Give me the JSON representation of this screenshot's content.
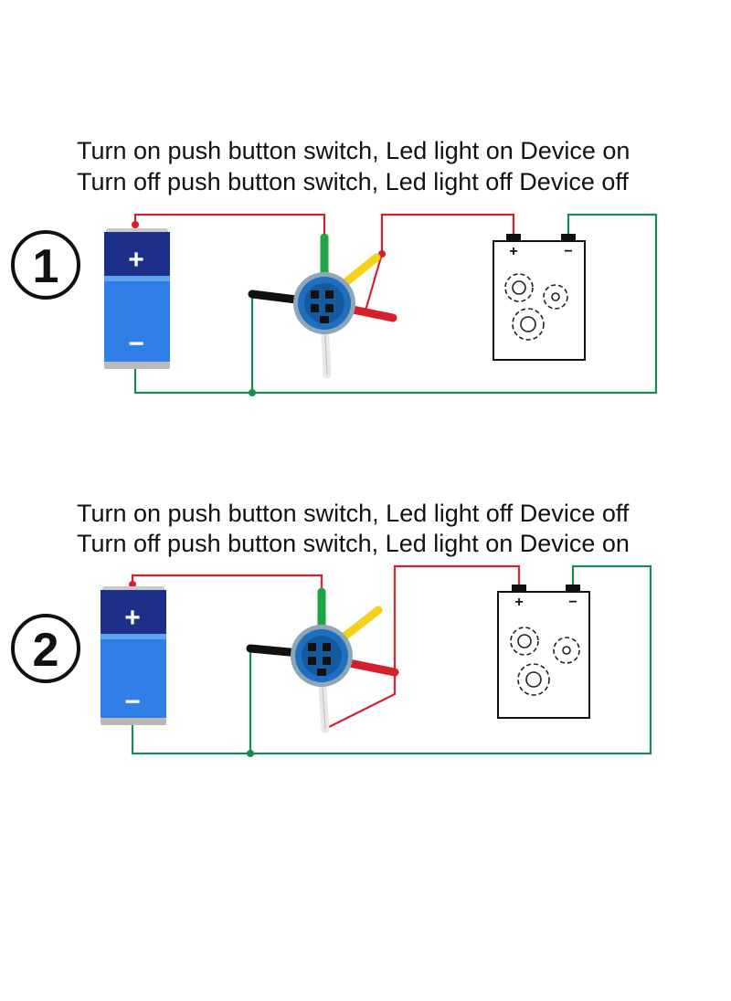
{
  "diagrams": [
    {
      "number": "1",
      "caption_line1": "Turn on push button switch, Led light on Device on",
      "caption_line2": "Turn off push button switch, Led light off Device off"
    },
    {
      "number": "2",
      "caption_line1": "Turn on push button switch, Led light off Device off",
      "caption_line2": "Turn off push button switch, Led light on Device on"
    }
  ],
  "battery": {
    "plus_symbol": "+",
    "minus_symbol": "−"
  },
  "device": {
    "plus_symbol": "+",
    "minus_symbol": "−"
  },
  "colors": {
    "positive_wire": "#d4202c",
    "negative_wire": "#1a8a55",
    "battery_top": "#1e2f8a",
    "battery_body": "#2f7fe6",
    "switch_wire_green": "#20a545",
    "switch_wire_yellow": "#f2d21a",
    "switch_wire_black": "#111111",
    "switch_wire_red": "#d4202c",
    "switch_wire_white": "#e8e8e8",
    "switch_body": "#1f6fc0"
  },
  "icons": [
    "battery-icon",
    "push-button-switch-icon",
    "device-gears-icon"
  ]
}
